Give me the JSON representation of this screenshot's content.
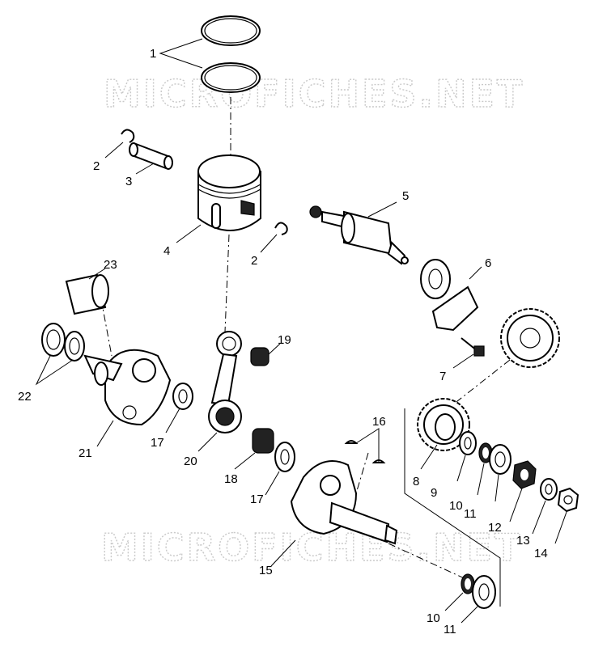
{
  "watermark": {
    "top": "MICROFICHES.NET",
    "bottom": "MICROFICHES.NET"
  },
  "callouts": [
    "1",
    "2",
    "3",
    "2",
    "4",
    "5",
    "6",
    "7",
    "19",
    "23",
    "22",
    "21",
    "17",
    "20",
    "18",
    "17",
    "16",
    "8",
    "9",
    "10",
    "11",
    "12",
    "13",
    "14",
    "15",
    "10",
    "11"
  ],
  "parts": [
    "piston-ring",
    "piston-pin-clip",
    "piston-pin",
    "piston",
    "balance-shaft",
    "bracket",
    "bolt",
    "needle-bearing",
    "crank-pin",
    "crankshaft-half-left",
    "thrust-washer",
    "connecting-rod",
    "crankshaft-half-right",
    "woodruff-key",
    "gear",
    "spacer",
    "oil-seal",
    "bearing",
    "nut",
    "washer",
    "hex-nut",
    "spacer-ring"
  ]
}
